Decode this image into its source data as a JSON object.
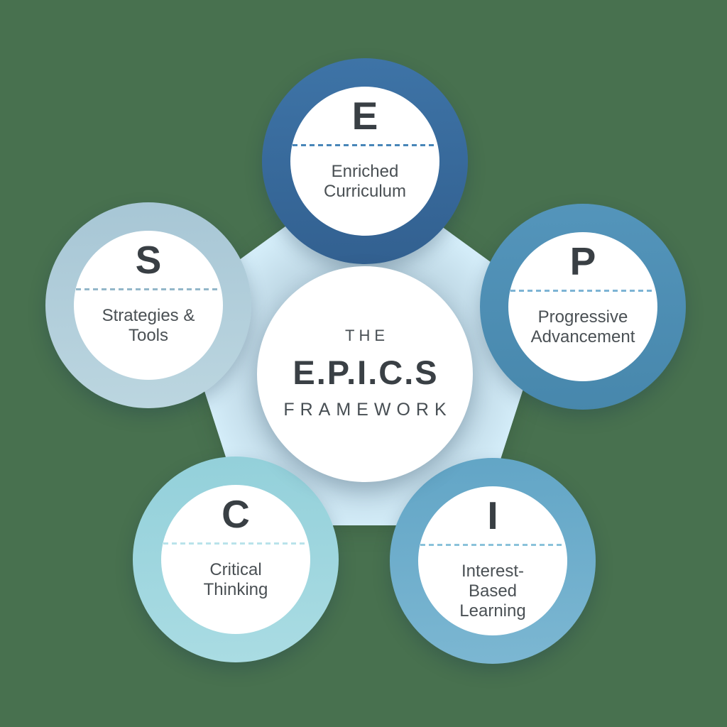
{
  "background_color": "#48714F",
  "pentagon_color": "#d3ecf8",
  "center_circle": {
    "eyebrow": "THE",
    "title": "E.P.I.C.S",
    "subtitle": "FRAMEWORK"
  },
  "nodes": [
    {
      "letter": "E",
      "label": "Enriched\nCurriculum",
      "ring_color": "#38689a",
      "divider_color": "#4886b8"
    },
    {
      "letter": "P",
      "label": "Progressive\nAdvancement",
      "ring_color": "#4f90b5",
      "divider_color": "#7db4d4"
    },
    {
      "letter": "I",
      "label": "Interest-\nBased\nLearning",
      "ring_color": "#6cacc9",
      "divider_color": "#8ac2da"
    },
    {
      "letter": "C",
      "label": "Critical\nThinking",
      "ring_color": "#9fd7df",
      "divider_color": "#b9e3ea"
    },
    {
      "letter": "S",
      "label": "Strategies &\nTools",
      "ring_color": "#afccda",
      "divider_color": "#93b7c9"
    }
  ]
}
